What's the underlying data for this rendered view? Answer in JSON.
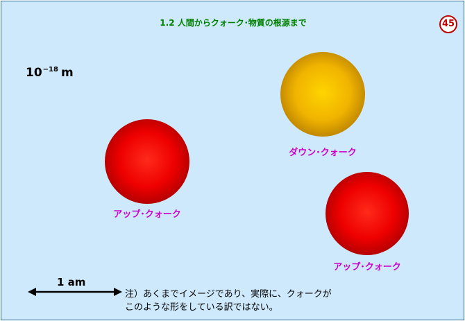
{
  "slide": {
    "title": "1.2 人間からクォーク･物質の根源まで",
    "page_number": "45",
    "scale": {
      "base": "10",
      "exponent": "−18",
      "unit": "m"
    },
    "quarks": [
      {
        "label": "アップ･クォーク",
        "color": "#ee0000"
      },
      {
        "label": "ダウン･クォーク",
        "color": "#f0b400"
      },
      {
        "label": "アップ･クォーク",
        "color": "#ee0000"
      }
    ],
    "scale_bar_label": "1 am",
    "note": {
      "line1": "注）あくまでイメージであり、実際に、クォークが",
      "line2": "このような形をしている訳ではない。"
    },
    "colors": {
      "background": "#cde9fb",
      "title": "#008000",
      "badge": "#c00000",
      "quark_label": "#cc00cc"
    }
  }
}
